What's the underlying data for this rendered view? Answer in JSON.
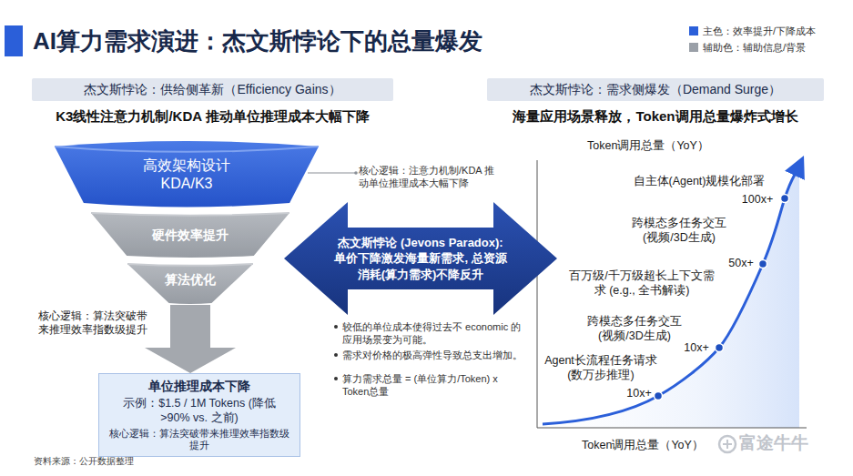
{
  "diagram": {
    "title": "AI算力需求演进：杰文斯悖论下的总量爆发",
    "nodes": [
      {
        "text": [
          "杰文斯悖论：供给侧革新（Efficiency Gains）"
        ]
      },
      {
        "text": [
          "高效架构设计 KDA/K3"
        ]
      },
      {
        "text": [
          "硬件效率提升"
        ]
      },
      {
        "text": [
          "算法优化"
        ]
      },
      {
        "text": [
          "单位推理成本下降",
          "示例：$1.5 / 1M Tokens (降低 >90% vs. 之前)",
          "核心逻辑：算法突破带来推理效率指数级提升"
        ]
      },
      {
        "text": [
          "杰文斯悖论 (Jevons Paradox): 单价下降激发海量新需求, 总资源消耗(算力需求)不降反升"
        ]
      },
      {
        "text": [
          "杰文斯悖论：需求侧爆发（Demand Surge）"
        ]
      }
    ],
    "edges": [
      {
        "from": 3,
        "to": 4,
        "arrow": "to"
      }
    ],
    "labels": [
      "K3线性注意力机制/KDA 推动单位推理成本大幅下降",
      "核心逻辑：注意力机制/KDA 推动单位推理成本大幅下降",
      "核心逻辑：算法突破带来推理效率指数级提升",
      "较低的单位成本使得过去不 economic 的应用场景变为可能。",
      "需求对价格的极高弹性导致总支出增加。",
      "算力需求总量 = (单位算力/Token) x Token总量",
      "海量应用场景释放，Token调用总量爆炸式增长",
      "Token调用总量（YoY）",
      "自主体(Agent)规模化部署",
      "100x+",
      "跨模态多任务交互 (视频/3D生成)",
      "50x+",
      "百万级/千万级超长上下文需求 (e.g., 全书解读)",
      "跨模态多任务交互 (视频/3D生成)",
      "10x+",
      "Agent长流程任务请求 (数万步推理)",
      "10x+",
      "Token调用总量（YoY）",
      "资料来源：公开数据整理",
      "富途牛牛"
    ],
    "legend": [
      {
        "text": "主色：效率提升/下降成本",
        "color": "#2b5fd9"
      },
      {
        "text": "辅助色：辅助信息/背景",
        "color": "#9aa0a8"
      }
    ]
  }
}
